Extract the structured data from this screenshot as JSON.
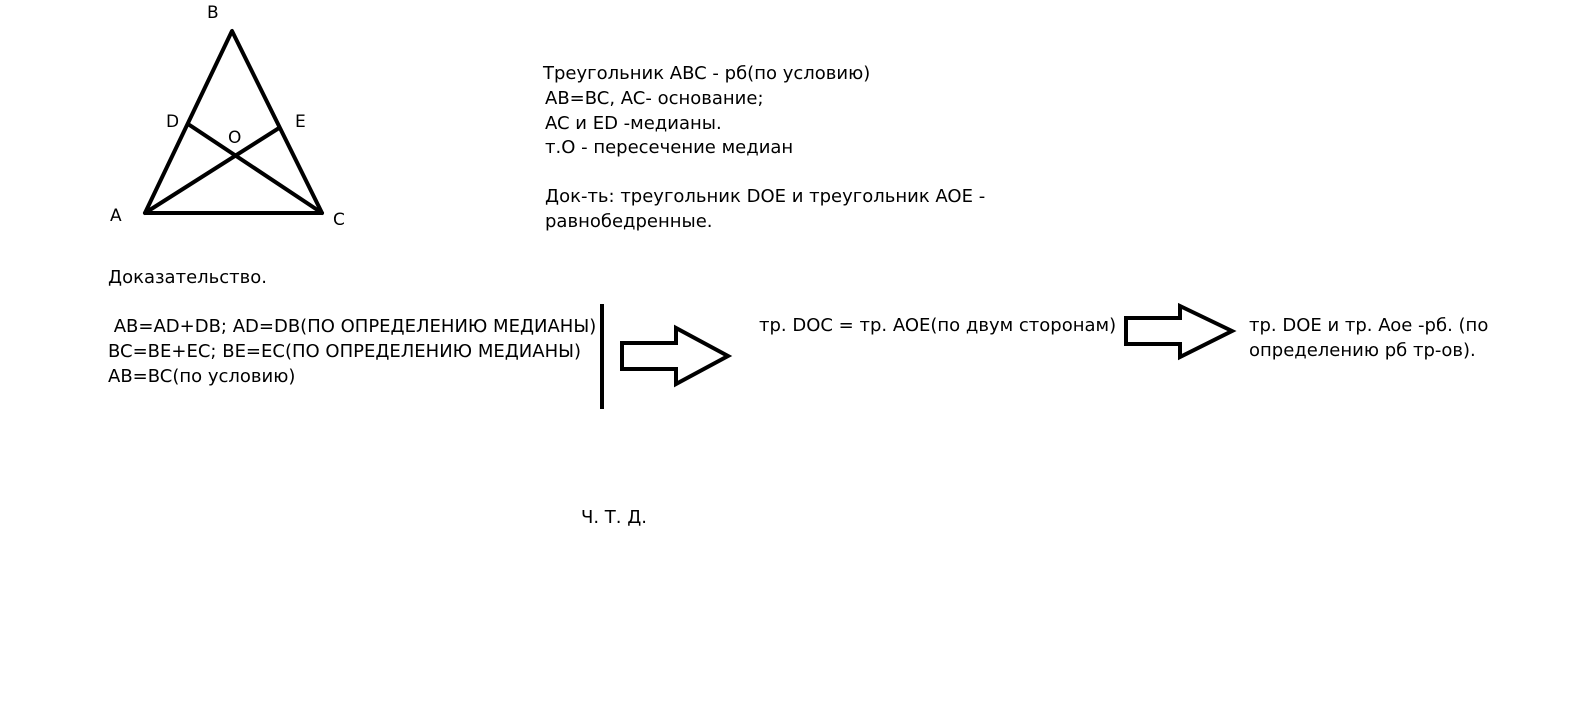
{
  "points": {
    "B": "B",
    "D": "D",
    "E": "E",
    "O": "O",
    "A": "A",
    "C": "C"
  },
  "given": {
    "lines": [
      "Треугольник ABC - рб(по условию)",
      "AB=BC, AC- основание;",
      "AC и ED -медианы.",
      "т.О - пересечение медиан"
    ]
  },
  "prove": {
    "lines": [
      "Док-ть: треугольник DOE и треугольник AOE -",
      "равнобедренные."
    ]
  },
  "proof": {
    "heading": "Доказательство.",
    "lines": [
      " AB=AD+DB; AD=DB(ПО ОПРЕДЕЛЕНИЮ МЕДИАНЫ)",
      "BC=BE+EC; BE=EC(ПО ОПРЕДЕЛЕНИЮ МЕДИАНЫ)",
      "AB=BC(по условию)"
    ],
    "step1": "тр. DOC = тр. AOE(по двум сторонам)",
    "step2_lines": [
      "тр. DOE и тр. Aoe -рб. (по",
      "определению рб тр-ов)."
    ],
    "qed": "Ч. Т. Д."
  },
  "colors": {
    "ink": "#000000",
    "background": "#ffffff"
  }
}
